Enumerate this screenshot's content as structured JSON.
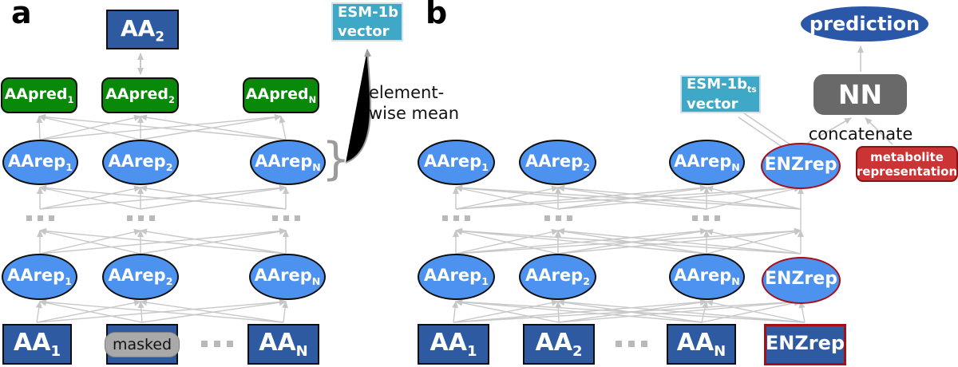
{
  "colors": {
    "dark_blue": "#2d5aa1",
    "light_blue_ellipse": "#4d92ef",
    "green": "#098909",
    "cyan": "#3ea8c6",
    "nn_gray": "#696969",
    "metabolite_red": "#cb3434",
    "enz_border_red": "#a50f15",
    "wire_gray": "#c8c8c8",
    "masked_gray": "#a9a9a9"
  },
  "a": {
    "label": "a",
    "output_box": {
      "base": "AA",
      "sub": "2"
    },
    "esm_box": {
      "title_base": "ESM-1b",
      "title_sub": "",
      "line2": "vector"
    },
    "annotation": {
      "line1": "element-",
      "line2": "wise mean",
      "brace": "}"
    },
    "pred_nodes": [
      {
        "base": "AApred",
        "sub": "1"
      },
      {
        "base": "AApred",
        "sub": "2"
      },
      {
        "base": "AApred",
        "sub": "N"
      }
    ],
    "rep_row1": [
      {
        "base": "AArep",
        "sub": "1"
      },
      {
        "base": "AArep",
        "sub": "2"
      },
      {
        "base": "AArep",
        "sub": "N"
      }
    ],
    "rep_row2": [
      {
        "base": "AArep",
        "sub": "1"
      },
      {
        "base": "AArep",
        "sub": "2"
      },
      {
        "base": "AArep",
        "sub": "N"
      }
    ],
    "inputs": {
      "aa1": {
        "base": "AA",
        "sub": "1"
      },
      "masked": "masked",
      "dots": "...",
      "aaN": {
        "base": "AA",
        "sub": "N"
      }
    },
    "ellipsis": "..."
  },
  "b": {
    "label": "b",
    "prediction": "prediction",
    "nn": "NN",
    "concatenate": "concatenate",
    "esm_box": {
      "title_base": "ESM-1b",
      "title_sub": "ts",
      "line2": "vector"
    },
    "metabolite": {
      "line1": "metabolite",
      "line2": "representation"
    },
    "rep_row1": [
      {
        "base": "AArep",
        "sub": "1"
      },
      {
        "base": "AArep",
        "sub": "2"
      },
      {
        "base": "AArep",
        "sub": "N"
      },
      {
        "base": "ENZrep",
        "sub": ""
      }
    ],
    "rep_row2": [
      {
        "base": "AArep",
        "sub": "1"
      },
      {
        "base": "AArep",
        "sub": "2"
      },
      {
        "base": "AArep",
        "sub": "N"
      },
      {
        "base": "ENZrep",
        "sub": ""
      }
    ],
    "inputs": [
      {
        "base": "AA",
        "sub": "1"
      },
      {
        "base": "AA",
        "sub": "2"
      },
      {
        "base": "AA",
        "sub": "N"
      },
      {
        "base": "ENZrep",
        "sub": ""
      }
    ],
    "ellipsis": "..."
  }
}
